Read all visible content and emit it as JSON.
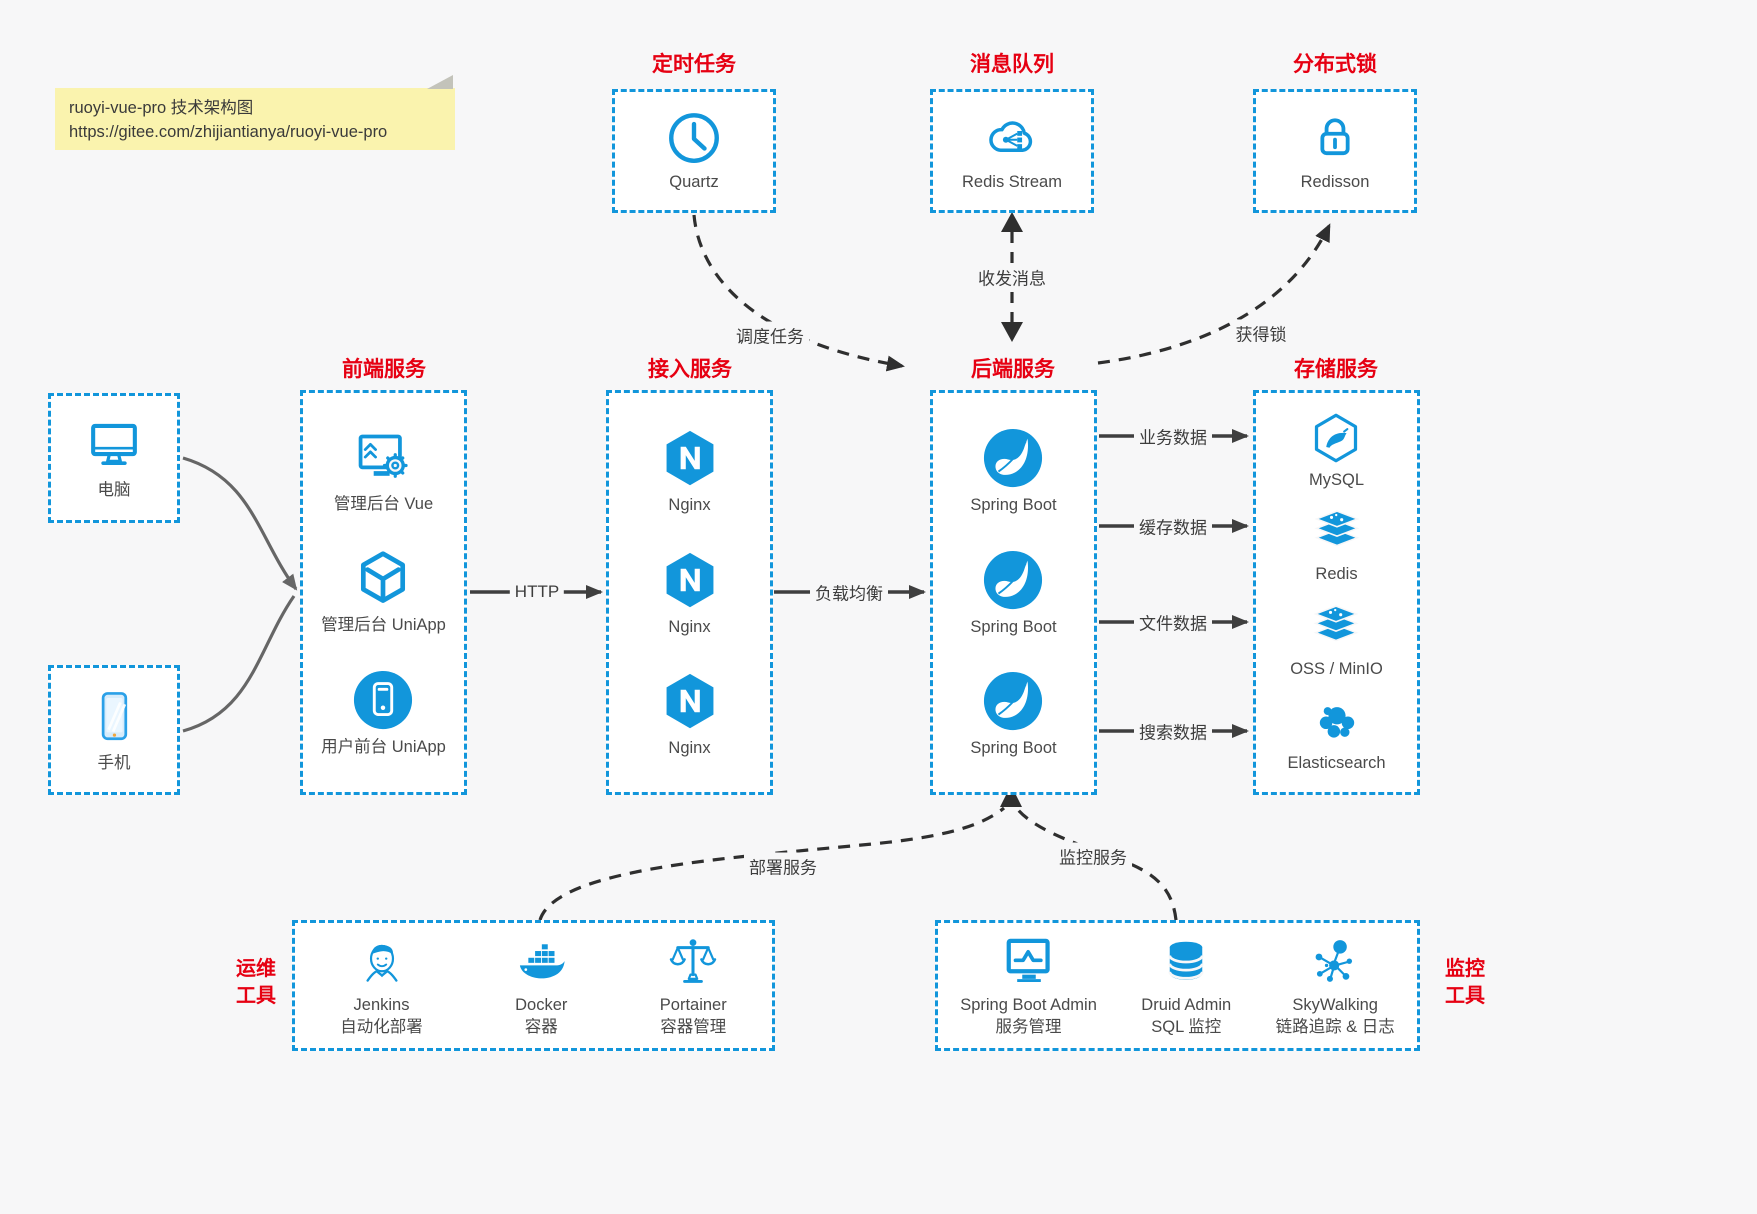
{
  "note": {
    "line1": "ruoyi-vue-pro 技术架构图",
    "line2": "https://gitee.com/zhijiantianya/ruoyi-vue-pro"
  },
  "colors": {
    "accent_blue": "#1296db",
    "title_red": "#e60012",
    "background": "#f7f7f8",
    "arrow_dark": "#3f3f3f",
    "note_yellow": "#faf3ae"
  },
  "top_services": [
    {
      "title": "定时任务",
      "label": "Quartz",
      "icon": "clock-icon"
    },
    {
      "title": "消息队列",
      "label": "Redis Stream",
      "icon": "cloud-stream-icon"
    },
    {
      "title": "分布式锁",
      "label": "Redisson",
      "icon": "lock-icon"
    }
  ],
  "clients": [
    {
      "label": "电脑",
      "icon": "desktop-icon"
    },
    {
      "label": "手机",
      "icon": "smartphone-icon"
    }
  ],
  "columns": [
    {
      "title": "前端服务",
      "items": [
        {
          "label": "管理后台 Vue",
          "icon": "admin-vue-icon"
        },
        {
          "label": "管理后台 UniApp",
          "icon": "uniapp-cube-icon"
        },
        {
          "label": "用户前台 UniApp",
          "icon": "user-app-icon"
        }
      ]
    },
    {
      "title": "接入服务",
      "items": [
        {
          "label": "Nginx",
          "icon": "nginx-icon"
        },
        {
          "label": "Nginx",
          "icon": "nginx-icon"
        },
        {
          "label": "Nginx",
          "icon": "nginx-icon"
        }
      ]
    },
    {
      "title": "后端服务",
      "items": [
        {
          "label": "Spring Boot",
          "icon": "spring-boot-icon"
        },
        {
          "label": "Spring Boot",
          "icon": "spring-boot-icon"
        },
        {
          "label": "Spring Boot",
          "icon": "spring-boot-icon"
        }
      ]
    },
    {
      "title": "存储服务",
      "items": [
        {
          "label": "MySQL",
          "icon": "mysql-icon"
        },
        {
          "label": "Redis",
          "icon": "redis-stack-icon"
        },
        {
          "label": "OSS / MinIO",
          "icon": "oss-stack-icon"
        },
        {
          "label": "Elasticsearch",
          "icon": "elasticsearch-icon"
        }
      ]
    }
  ],
  "bottom_services": [
    {
      "side_label_line1": "运维",
      "side_label_line2": "工具",
      "items": [
        {
          "name": "Jenkins",
          "desc": "自动化部署",
          "icon": "jenkins-icon"
        },
        {
          "name": "Docker",
          "desc": "容器",
          "icon": "docker-icon"
        },
        {
          "name": "Portainer",
          "desc": "容器管理",
          "icon": "portainer-icon"
        }
      ]
    },
    {
      "side_label_line1": "监控",
      "side_label_line2": "工具",
      "items": [
        {
          "name": "Spring Boot Admin",
          "desc": "服务管理",
          "icon": "sba-icon"
        },
        {
          "name": "Druid Admin",
          "desc": "SQL 监控",
          "icon": "druid-icon"
        },
        {
          "name": "SkyWalking",
          "desc": "链路追踪 & 日志",
          "icon": "skywalking-icon"
        }
      ]
    }
  ],
  "edges": {
    "http": "HTTP",
    "load_balance": "负载均衡",
    "schedule_task": "调度任务",
    "send_receive_message": "收发消息",
    "acquire_lock": "获得锁",
    "business_data": "业务数据",
    "cache_data": "缓存数据",
    "file_data": "文件数据",
    "search_data": "搜索数据",
    "deploy_service": "部署服务",
    "monitor_service": "监控服务"
  }
}
